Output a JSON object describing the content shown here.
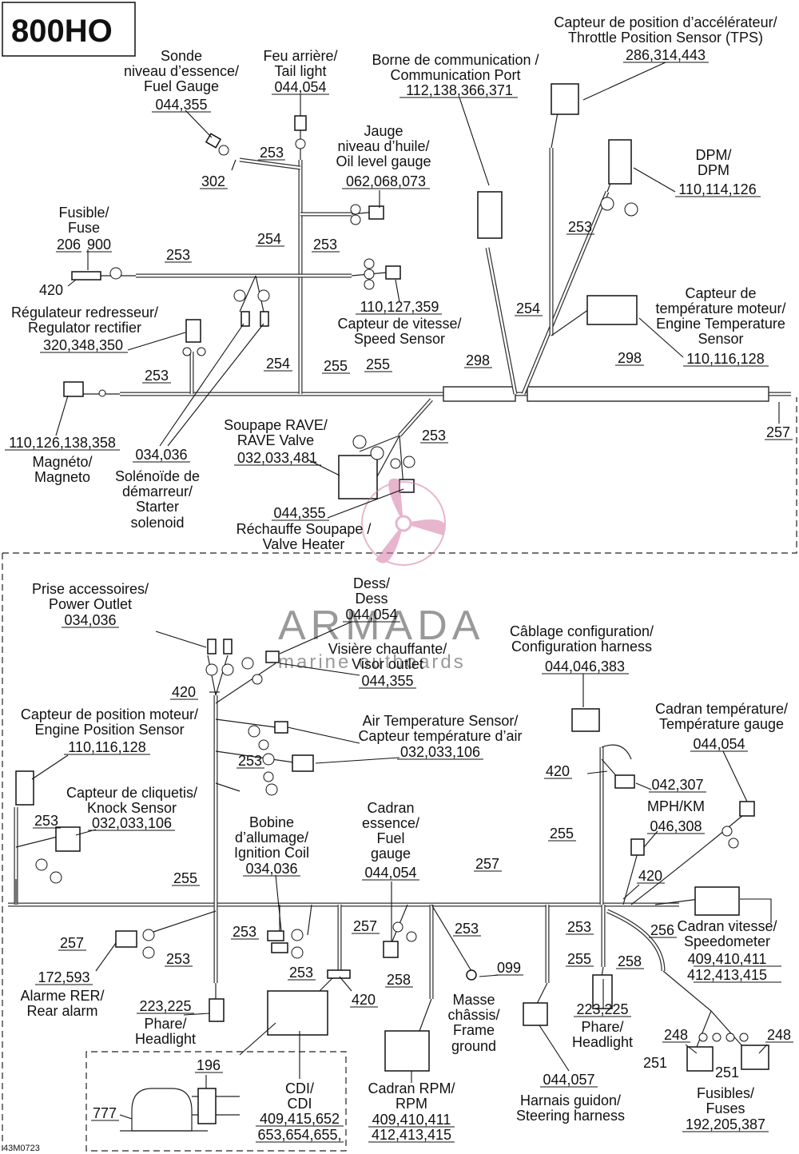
{
  "model": "800HO",
  "drawing_ref": "43M0723",
  "watermark": {
    "brand": "ARMADA",
    "tagline": "marine outboards"
  },
  "upper": {
    "tps": {
      "fr": "Capteur de position d’accélérateur/",
      "en": "Throttle Position Sensor (TPS)",
      "parts": "286,314,443"
    },
    "fuel_gauge": {
      "fr": "Sonde",
      "fr2": "niveau d’essence/",
      "en": "Fuel Gauge",
      "parts": "044,355"
    },
    "tail_light": {
      "fr": "Feu arrière/",
      "en": "Tail light",
      "parts": "044,054"
    },
    "comm_port": {
      "fr": "Borne de communication /",
      "en": "Communication Port",
      "parts": "112,138,366,371"
    },
    "oil_gauge": {
      "fr": "Jauge",
      "fr2": "niveau d’huile/",
      "en": "Oil level gauge",
      "parts": "062,068,073"
    },
    "dpm": {
      "fr": "DPM/",
      "en": "DPM",
      "parts": "110,114,126"
    },
    "fuse": {
      "fr": "Fusible/",
      "en": "Fuse",
      "part_a": "206",
      "part_b": "900",
      "part_c": "420"
    },
    "speed_sensor": {
      "parts": "110,127,359",
      "fr": "Capteur de vitesse/",
      "en": "Speed Sensor"
    },
    "engine_temp": {
      "fr": "Capteur de",
      "fr2": "température moteur/",
      "en": "Engine Temperature",
      "en2": "Sensor",
      "parts": "110,116,128"
    },
    "regulator": {
      "fr": "Régulateur redresseur/",
      "en": "Regulator rectifier",
      "parts": "320,348,350"
    },
    "magneto": {
      "parts": "110,126,138,358",
      "fr": "Magnéto/",
      "en": "Magneto"
    },
    "starter": {
      "parts": "034,036",
      "fr": "Solénoïde de",
      "fr2": "démarreur/",
      "en": "Starter",
      "en2": "solenoid"
    },
    "rave": {
      "fr": "Soupape RAVE/",
      "en": "RAVE Valve",
      "parts": "032,033,481"
    },
    "valve_heater": {
      "parts": "044,355",
      "fr": "Réchauffe Soupape /",
      "en": "Valve Heater"
    },
    "callouts": [
      "302",
      "253",
      "254",
      "253",
      "253",
      "253",
      "253",
      "254",
      "255",
      "255",
      "298",
      "298",
      "254",
      "253",
      "257"
    ]
  },
  "lower": {
    "power_outlet": {
      "fr": "Prise accessoires/",
      "en": "Power Outlet",
      "parts": "034,036"
    },
    "dess": {
      "fr": "Dess/",
      "en": "Dess",
      "parts": "044,054"
    },
    "visor": {
      "fr": "Visière chauffante/",
      "en": "Visor outlet",
      "parts": "044,355"
    },
    "config": {
      "fr": "Câblage configuration/",
      "en": "Configuration harness",
      "parts": "044,046,383"
    },
    "engine_pos": {
      "fr": "Capteur de position moteur/",
      "en": "Engine Position Sensor",
      "parts": "110,116,128"
    },
    "air_temp": {
      "en": "Air Temperature Sensor/",
      "fr": "Capteur température d’air",
      "parts": "032,033,106"
    },
    "temp_gauge": {
      "fr": "Cadran température/",
      "en": "Température gauge",
      "parts": "044,054"
    },
    "knock": {
      "fr": "Capteur de cliquetis/",
      "en": "Knock Sensor",
      "parts": "032,033,106"
    },
    "mph": {
      "label": "MPH/KM",
      "parts_a": "042,307",
      "parts_b": "046,308"
    },
    "ignition": {
      "fr": "Bobine",
      "fr2": "d’allumage/",
      "en": "Ignition Coil",
      "parts": "034,036"
    },
    "fuel_cadran": {
      "fr": "Cadran",
      "fr2": "essence/",
      "en": "Fuel",
      "en2": "gauge",
      "parts": "044,054"
    },
    "speedometer": {
      "fr": "Cadran vitesse/",
      "en": "Speedometer",
      "parts": "409,410,411",
      "parts2": "412,413,415"
    },
    "rear_alarm": {
      "parts": "172,593",
      "fr": "Alarme RER/",
      "en": "Rear alarm"
    },
    "headlight_l": {
      "parts": "223,225",
      "fr": "Phare/",
      "en": "Headlight"
    },
    "headlight_r": {
      "parts": "223,225",
      "fr": "Phare/",
      "en": "Headlight"
    },
    "frame_ground": {
      "part": "099",
      "fr": "Masse",
      "fr2": "châssis/",
      "en": "Frame",
      "en2": "ground"
    },
    "cdi": {
      "fr": "CDI/",
      "en": "CDI",
      "parts": "409,415,652",
      "parts2": "653,654,655,"
    },
    "rpm": {
      "fr": "Cadran RPM/",
      "en": "RPM",
      "parts": "409,410,411",
      "parts2": "412,413,415"
    },
    "steering": {
      "parts": "044,057",
      "fr": "Harnais guidon/",
      "en": "Steering harness"
    },
    "fuses": {
      "fr": "Fusibles/",
      "en": "Fuses",
      "parts": "192,205,387",
      "a": "248",
      "b": "248",
      "c": "251",
      "d": "251"
    },
    "inset": {
      "a": "196",
      "b": "777"
    },
    "callouts": [
      "420",
      "253",
      "253",
      "255",
      "257",
      "420",
      "255",
      "420",
      "257",
      "256",
      "258",
      "253",
      "253",
      "257",
      "253",
      "253",
      "420",
      "258",
      "253",
      "255"
    ]
  }
}
